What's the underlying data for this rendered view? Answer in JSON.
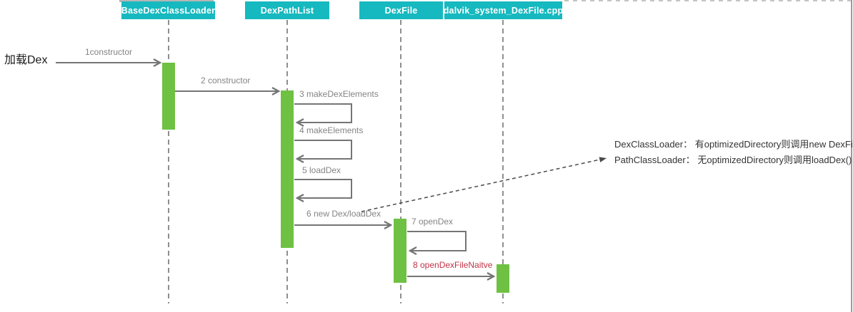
{
  "diagram": {
    "type": "sequence-diagram",
    "actors": [
      {
        "id": "base-dex-class-loader",
        "label": "BaseDexClassLoader"
      },
      {
        "id": "dex-path-list",
        "label": "DexPathList"
      },
      {
        "id": "dex-file",
        "label": "DexFile"
      },
      {
        "id": "dalvik-system-dexfile-cpp",
        "label": "dalvik_system_DexFile.cpp"
      }
    ],
    "external_trigger": {
      "label": "加载Dex"
    },
    "messages": [
      {
        "label": "1constructor",
        "from": "加载Dex",
        "to": "BaseDexClassLoader",
        "kind": "call"
      },
      {
        "label": "2 constructor",
        "from": "BaseDexClassLoader",
        "to": "DexPathList",
        "kind": "call"
      },
      {
        "label": "3 makeDexElements",
        "from": "DexPathList",
        "to": "DexPathList",
        "kind": "self"
      },
      {
        "label": "4 makeElements",
        "from": "DexPathList",
        "to": "DexPathList",
        "kind": "self"
      },
      {
        "label": "5 loadDex",
        "from": "DexPathList",
        "to": "DexPathList",
        "kind": "self"
      },
      {
        "label": "6 new Dex/loadDex",
        "from": "DexPathList",
        "to": "DexFile",
        "kind": "call"
      },
      {
        "label": "7 openDex",
        "from": "DexFile",
        "to": "DexFile",
        "kind": "self"
      },
      {
        "label": "8 openDexFileNaitve",
        "from": "DexFile",
        "to": "dalvik_system_DexFile.cpp",
        "kind": "call",
        "color": "#c13346"
      }
    ],
    "note": {
      "lines": [
        "DexClassLoader：  有optimizedDirectory则调用new DexFile()",
        "PathClassLoader：  无optimizedDirectory则调用loadDex()"
      ]
    },
    "colors": {
      "actor_fill": "#16b9bf",
      "actor_text": "#ffffff",
      "activation_fill": "#6fc143",
      "message_line": "#757575",
      "message_label": "#848484",
      "highlight_message": "#c13346",
      "lifeline": "#8f8f8f",
      "note_text": "#333333",
      "trigger_text": "#1a1a1a"
    }
  }
}
